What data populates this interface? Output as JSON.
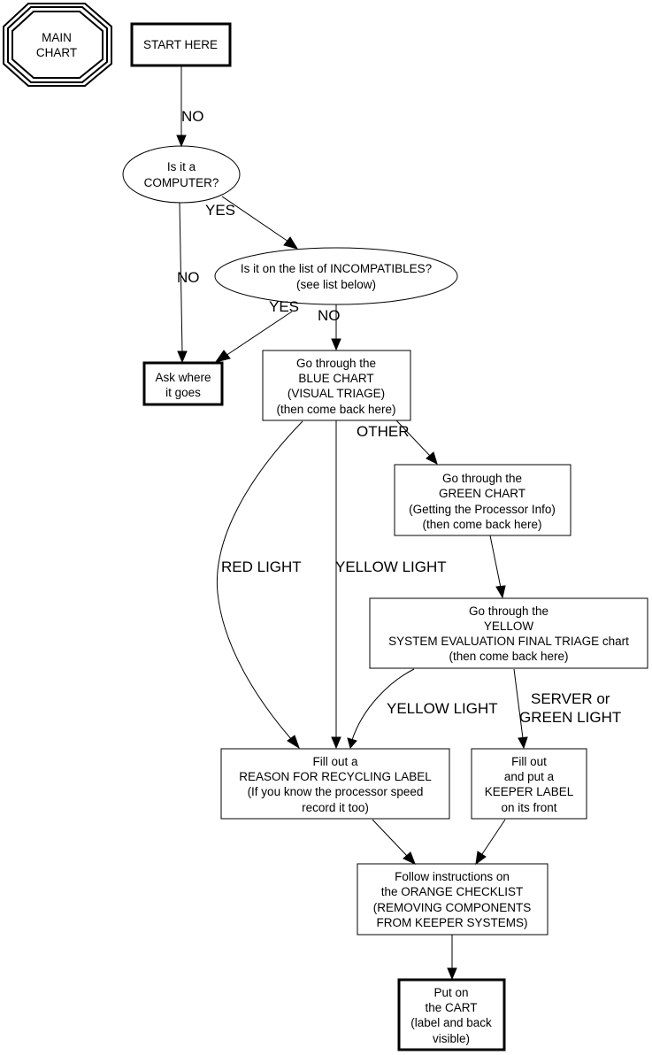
{
  "diagram": {
    "title_badge": {
      "lines": [
        "MAIN",
        "CHART"
      ]
    },
    "nodes": {
      "start": {
        "lines": [
          "START HERE"
        ]
      },
      "is_computer": {
        "lines": [
          "Is it a",
          "COMPUTER?"
        ]
      },
      "incompatibles": {
        "lines": [
          "Is it on the list of INCOMPATIBLES?",
          "(see list below)"
        ]
      },
      "ask_where": {
        "lines": [
          "Ask where",
          "it goes"
        ]
      },
      "blue_chart": {
        "lines": [
          "Go through the",
          "BLUE CHART",
          "(VISUAL TRIAGE)",
          "(then come back here)"
        ]
      },
      "green_chart": {
        "lines": [
          "Go through the",
          "GREEN CHART",
          "(Getting the Processor Info)",
          "(then come back here)"
        ]
      },
      "yellow_chart": {
        "lines": [
          "Go through the",
          "YELLOW",
          "SYSTEM EVALUATION FINAL TRIAGE chart",
          "(then come back here)"
        ]
      },
      "reason_label": {
        "lines": [
          "Fill out a",
          "REASON FOR RECYCLING LABEL",
          "(If you know the processor speed",
          "record it too)"
        ]
      },
      "keeper_label": {
        "lines": [
          "Fill out",
          "and put a",
          "KEEPER LABEL",
          "on its front"
        ]
      },
      "orange_checklist": {
        "lines": [
          "Follow instructions on",
          "the ORANGE CHECKLIST",
          "(REMOVING COMPONENTS",
          "FROM KEEPER SYSTEMS)"
        ]
      },
      "cart": {
        "lines": [
          "Put on",
          "the CART",
          "(label and back",
          "visible)"
        ]
      }
    },
    "edge_labels": {
      "start_to_computer": "NO",
      "computer_yes": "YES",
      "computer_no": "NO",
      "incompat_yes": "YES",
      "incompat_no": "NO",
      "blue_other": "OTHER",
      "blue_red": "RED LIGHT",
      "blue_yellow": "YELLOW LIGHT",
      "yellow_yellow": "YELLOW LIGHT",
      "yellow_server_1": "SERVER or",
      "yellow_server_2": "GREEN LIGHT"
    }
  }
}
